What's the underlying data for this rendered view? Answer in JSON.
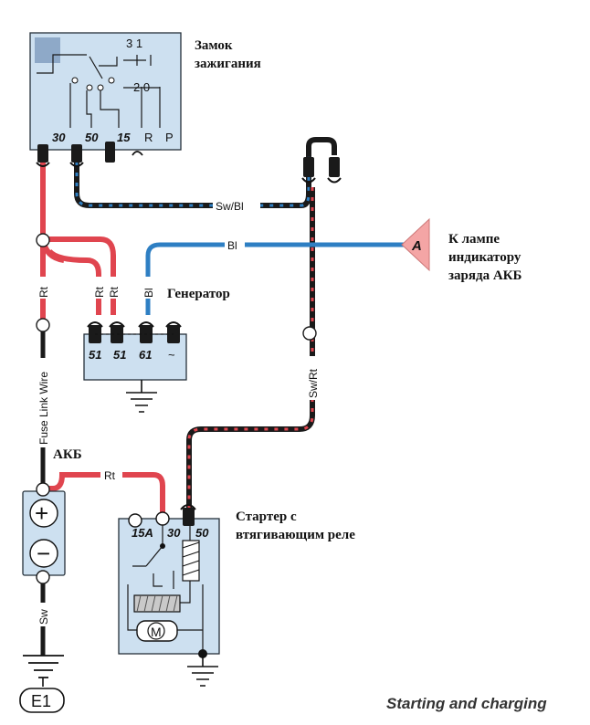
{
  "components": {
    "ignition": {
      "label_line1": "Замок",
      "label_line2": "зажигания",
      "pins": [
        "30",
        "50",
        "15",
        "R",
        "P"
      ],
      "contacts_top": "3 1",
      "contacts_bottom": "2 0"
    },
    "generator": {
      "label": "Генератор",
      "pins": [
        "51",
        "51",
        "61",
        "~"
      ]
    },
    "battery": {
      "label": "АКБ",
      "plus": "+",
      "minus": "−"
    },
    "starter": {
      "label_line1": "Стартер с",
      "label_line2": "втягивающим реле",
      "pins": [
        "15A",
        "30",
        "50"
      ],
      "motor": "M"
    },
    "lamp": {
      "connector": "A",
      "label_line1": "К лампе",
      "label_line2": "индикатору",
      "label_line3": "заряда АКБ"
    },
    "ground": {
      "label": "E1"
    }
  },
  "wire_labels": {
    "sw_bl": "Sw/Bl",
    "bl": "Bl",
    "rt_main": "Rt",
    "rt_gen1": "Rt",
    "rt_gen2": "Rt",
    "bl_gen": "Bl",
    "sw_rt": "Sw/Rt",
    "fuse_link": "Fuse Link Wire",
    "rt_batt": "Rt",
    "sw_ground": "Sw"
  },
  "colors": {
    "red_wire": "#e0454f",
    "blue_wire": "#2e7fc3",
    "black_wire": "#1a1a1a",
    "component_fill": "#cde0f0",
    "lamp_fill": "#f4a5a5"
  },
  "caption": "Starting and charging"
}
